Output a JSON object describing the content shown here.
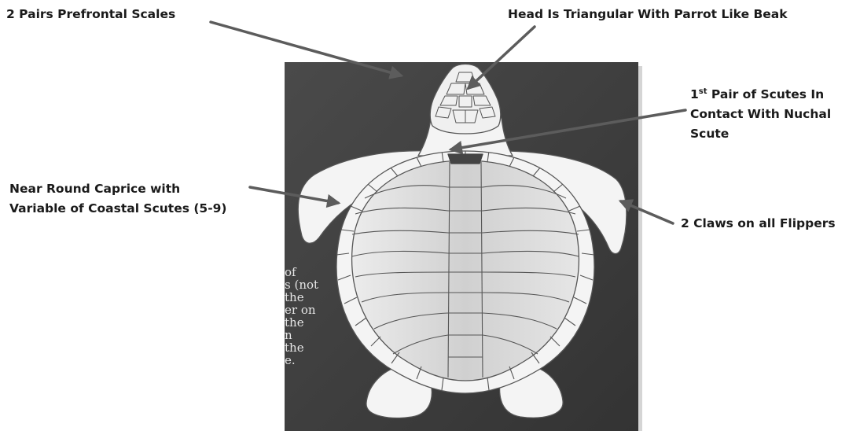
{
  "labels": {
    "prefrontal": "2 Pairs Prefrontal Scales",
    "head": "Head Is Triangular With Parrot Like Beak",
    "scutes_num": "1",
    "scutes_sup": "st",
    "scutes_rest": " Pair of Scutes In",
    "scutes_line2": "Contact With Nuchal",
    "scutes_line3": "Scute",
    "carapace_line1": "Near Round Caprice with",
    "carapace_line2": "Variable of Coastal Scutes (5-9)",
    "claws": "2 Claws on all Flippers"
  },
  "background_text": [
    "of",
    "s (not",
    "the",
    "er on",
    "the",
    "n",
    "the",
    "e."
  ],
  "colors": {
    "panel": "#3f3f3f",
    "shell": "#f4f4f4",
    "scute": "#d4d4d4",
    "outline": "#555555",
    "arrow": "#5c5c5c",
    "text": "#1a1a1a"
  }
}
